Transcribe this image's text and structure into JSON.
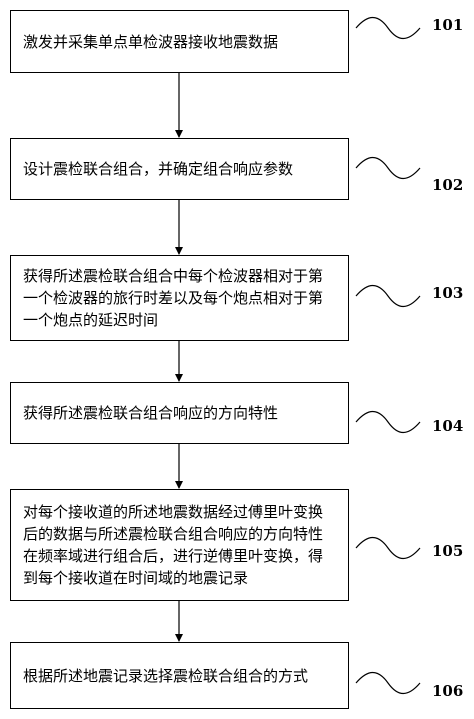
{
  "steps": [
    {
      "id": "101",
      "text": "激发并采集单点单检波器接收地震数据"
    },
    {
      "id": "102",
      "text": "设计震检联合组合，并确定组合响应参数"
    },
    {
      "id": "103",
      "text": "获得所述震检联合组合中每个检波器相对于第一个检波器的旅行时差以及每个炮点相对于第一个炮点的延迟时间"
    },
    {
      "id": "104",
      "text": "获得所述震检联合组合响应的方向特性"
    },
    {
      "id": "105",
      "text": "对每个接收道的所述地震数据经过傅里叶变换后的数据与所述震检联合组合响应的方向特性在频率域进行组合后，进行逆傅里叶变换，得到每个接收道在时间域的地震记录"
    },
    {
      "id": "106",
      "text": "根据所述地震记录选择震检联合组合的方式"
    }
  ]
}
